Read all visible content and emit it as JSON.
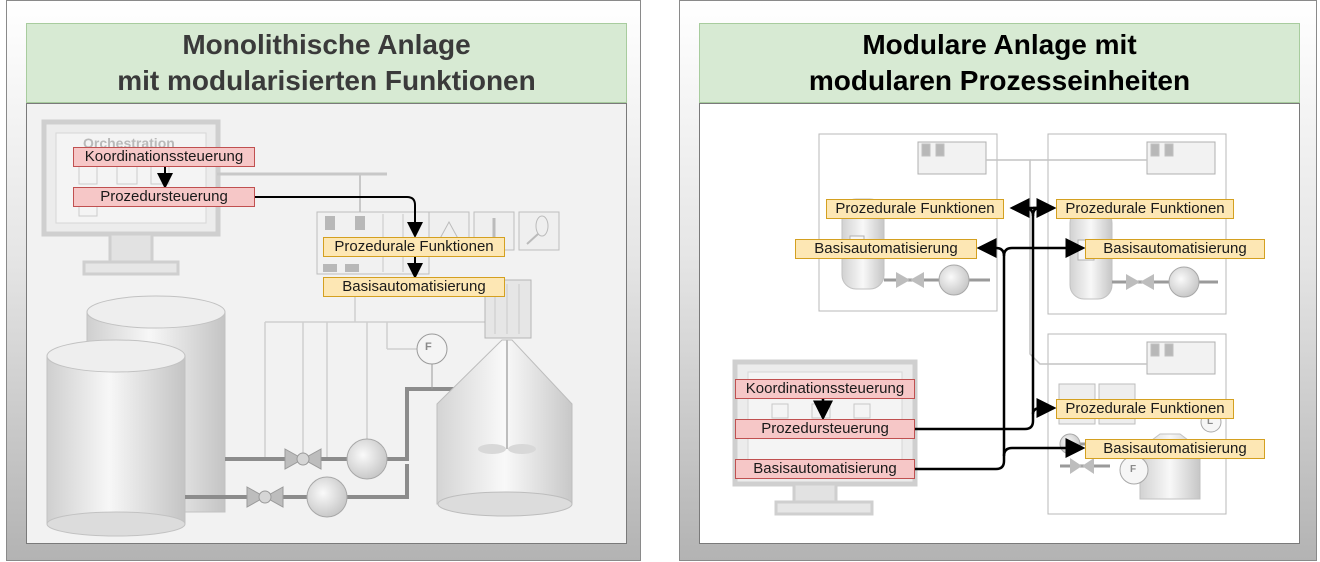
{
  "left_panel": {
    "title_line1": "Monolithische Anlage",
    "title_line2": "mit modularisierten Funktionen",
    "screen_text": "Orchestration",
    "labels": {
      "koordination": "Koordinationssteuerung",
      "prozedur": "Prozedursteuerung",
      "prozedurale": "Prozedurale Funktionen",
      "basis": "Basisautomatisierung"
    },
    "flow_meter": "F"
  },
  "right_panel": {
    "title_line1": "Modulare Anlage mit",
    "title_line2": "modularen Prozesseinheiten",
    "module_1": {
      "prozedurale": "Prozedurale Funktionen",
      "basis": "Basisautomatisierung"
    },
    "module_2": {
      "prozedurale": "Prozedurale Funktionen",
      "basis": "Basisautomatisierung"
    },
    "module_3": {
      "prozedurale": "Prozedurale Funktionen",
      "basis": "Basisautomatisierung",
      "flow_meter": "F",
      "level_meter": "L"
    },
    "orchestration": {
      "koordination": "Koordinationssteuerung",
      "prozedur": "Prozedursteuerung",
      "basis": "Basisautomatisierung"
    }
  },
  "colors": {
    "header_green": "#d7ead3",
    "label_red": "#f6c7c7",
    "label_yellow": "#fde7b4"
  }
}
